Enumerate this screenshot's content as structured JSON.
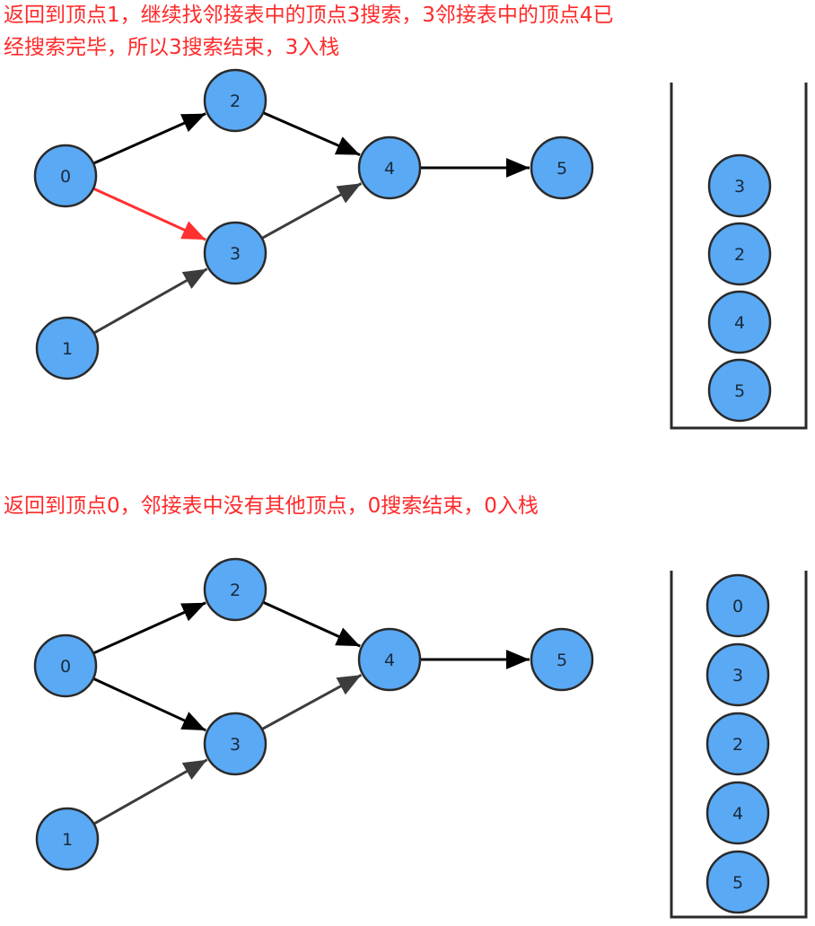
{
  "captions": {
    "top_line1": "返回到顶点1，继续找邻接表中的顶点3搜索，3邻接表中的顶点4已",
    "top_line2": "经搜索完毕，所以3搜索结束，3入栈",
    "bottom": "返回到顶点0，邻接表中没有其他顶点，0搜索结束，0入栈"
  },
  "colors": {
    "node_fill": "#5aa9f5",
    "node_stroke": "#2a2a2a",
    "edge_black": "#000000",
    "edge_gray": "#3c3c3c",
    "edge_highlight": "#ff3030",
    "caption": "#ff2a2a"
  },
  "panels": [
    {
      "id": "top",
      "nodes": [
        "0",
        "1",
        "2",
        "3",
        "4",
        "5"
      ],
      "edges": [
        {
          "from": "0",
          "to": "2",
          "style": "black"
        },
        {
          "from": "0",
          "to": "3",
          "style": "highlight"
        },
        {
          "from": "1",
          "to": "3",
          "style": "gray"
        },
        {
          "from": "2",
          "to": "4",
          "style": "black"
        },
        {
          "from": "3",
          "to": "4",
          "style": "gray"
        },
        {
          "from": "4",
          "to": "5",
          "style": "black"
        }
      ],
      "stack": [
        "3",
        "2",
        "4",
        "5"
      ]
    },
    {
      "id": "bottom",
      "nodes": [
        "0",
        "1",
        "2",
        "3",
        "4",
        "5"
      ],
      "edges": [
        {
          "from": "0",
          "to": "2",
          "style": "black"
        },
        {
          "from": "0",
          "to": "3",
          "style": "black"
        },
        {
          "from": "1",
          "to": "3",
          "style": "gray"
        },
        {
          "from": "2",
          "to": "4",
          "style": "black"
        },
        {
          "from": "3",
          "to": "4",
          "style": "gray"
        },
        {
          "from": "4",
          "to": "5",
          "style": "black"
        }
      ],
      "stack": [
        "0",
        "3",
        "2",
        "4",
        "5"
      ]
    }
  ]
}
